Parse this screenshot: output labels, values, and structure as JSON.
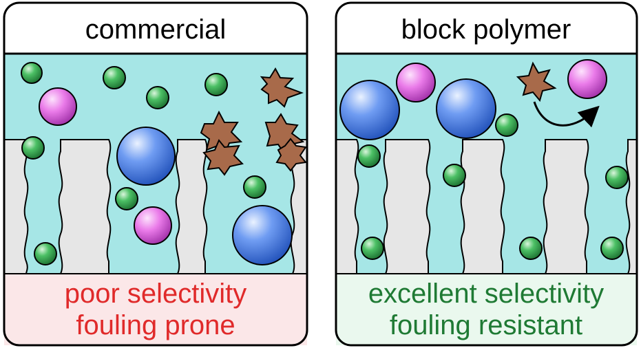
{
  "panels": [
    {
      "title": "commercial",
      "caption_line1": "poor selectivity",
      "caption_line2": "fouling prone",
      "caption_color": "#e02a2a",
      "caption_bg": "#fbe7e8"
    },
    {
      "title": "block polymer",
      "caption_line1": "excellent selectivity",
      "caption_line2": "fouling resistant",
      "caption_color": "#1f7a34",
      "caption_bg": "#eaf8ee"
    }
  ],
  "colors": {
    "water": "#a6e6e6",
    "membrane": "#e6e6e6",
    "small_particle": "#2e9e4a",
    "medium_particle": "#e06ee0",
    "large_particle": "#4a7ee6",
    "foulant": "#a86a4a",
    "outline": "#000000"
  }
}
